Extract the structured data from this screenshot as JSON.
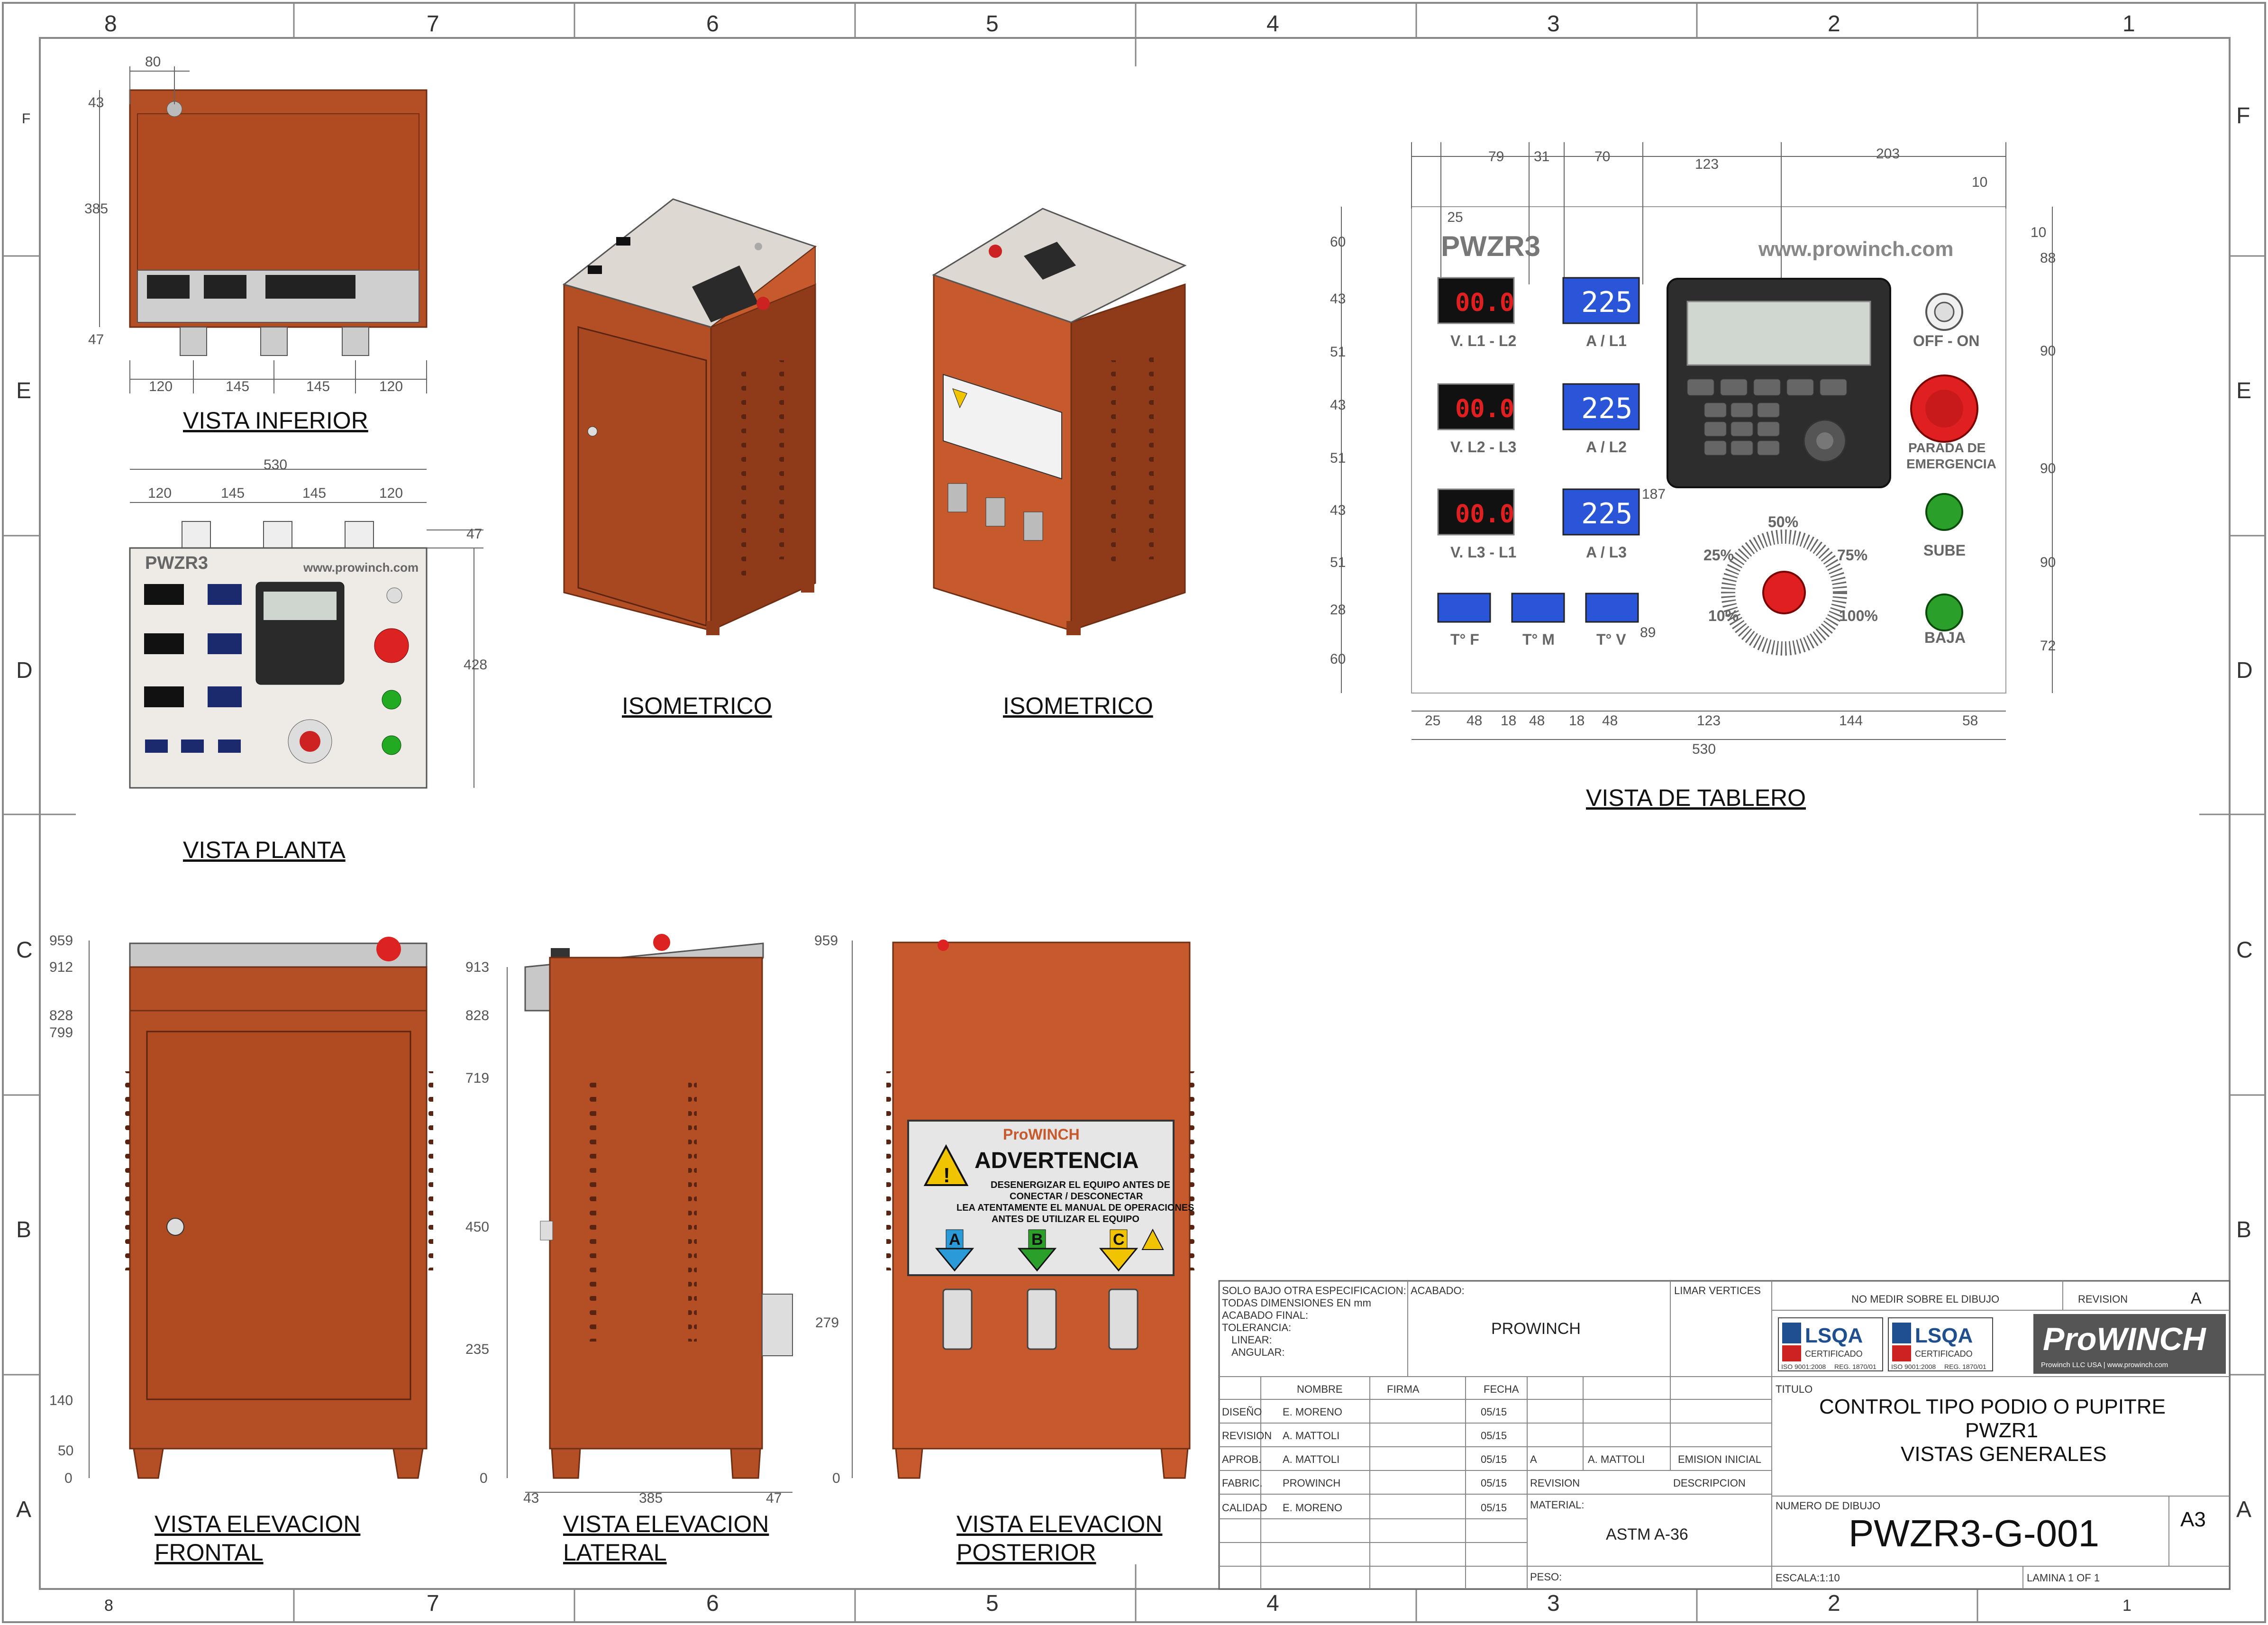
{
  "sheet": {
    "zones_top": [
      "8",
      "7",
      "6",
      "5",
      "4",
      "3",
      "2",
      "1"
    ],
    "zones_bottom": [
      "8",
      "7",
      "6",
      "5",
      "4",
      "3",
      "2",
      "1"
    ],
    "zones_side": [
      "F",
      "E",
      "D",
      "C",
      "B",
      "A"
    ]
  },
  "views": {
    "inferior": {
      "title": "VISTA INFERIOR",
      "dims": [
        "80",
        "43",
        "385",
        "47",
        "120",
        "145",
        "145",
        "120"
      ]
    },
    "planta": {
      "title": "VISTA PLANTA",
      "dims": [
        "530",
        "120",
        "145",
        "145",
        "120",
        "47",
        "428"
      ]
    },
    "iso1": {
      "title": "ISOMETRICO"
    },
    "iso2": {
      "title": "ISOMETRICO"
    },
    "tablero": {
      "title": "VISTA DE TABLERO",
      "top_dims": [
        "25",
        "79",
        "31",
        "70",
        "123",
        "203",
        "10",
        "10"
      ],
      "left_dims": [
        "60",
        "43",
        "51",
        "43",
        "51",
        "43",
        "51",
        "28",
        "60"
      ],
      "right_dims": [
        "88",
        "90",
        "90",
        "90",
        "72"
      ],
      "inner_dims": [
        "187",
        "89"
      ],
      "bottom_dims": [
        "25",
        "48",
        "18",
        "48",
        "18",
        "48",
        "123",
        "144",
        "58"
      ],
      "total": "530"
    },
    "frontal": {
      "title_1": "VISTA ELEVACION",
      "title_2": "FRONTAL",
      "dims": [
        "959",
        "912",
        "828",
        "799",
        "140",
        "50",
        "0"
      ]
    },
    "lateral": {
      "title_1": "VISTA ELEVACION",
      "title_2": "LATERAL",
      "dims": [
        "913",
        "828",
        "719",
        "450",
        "235",
        "0",
        "43",
        "385",
        "47"
      ]
    },
    "posterior": {
      "title_1": "VISTA ELEVACION",
      "title_2": "POSTERIOR",
      "dims": [
        "959",
        "279",
        "0"
      ]
    }
  },
  "panel": {
    "model": "PWZR3",
    "url": "www.prowinch.com",
    "meters": [
      {
        "volt_label": "V. L1 - L2",
        "volt_value": "00.0",
        "amp_label": "A / L1",
        "amp_value": "225"
      },
      {
        "volt_label": "V. L2 - L3",
        "volt_value": "00.0",
        "amp_label": "A / L2",
        "amp_value": "225"
      },
      {
        "volt_label": "V. L3 - L1",
        "volt_value": "00.0",
        "amp_label": "A / L3",
        "amp_value": "225"
      }
    ],
    "temps": [
      "T° F",
      "T° M",
      "T° V"
    ],
    "switch_label": "OFF - ON",
    "estop_label_1": "PARADA DE",
    "estop_label_2": "EMERGENCIA",
    "up_label": "SUBE",
    "down_label": "BAJA",
    "knob_marks": [
      "50%",
      "25%",
      "75%",
      "10%",
      "100%"
    ]
  },
  "warning": {
    "brand": "ProWINCH",
    "heading": "ADVERTENCIA",
    "lines": [
      "DESENERGIZAR EL EQUIPO ANTES DE",
      "CONECTAR / DESCONECTAR",
      "LEA ATENTAMENTE EL MANUAL DE OPERACIONES",
      "ANTES DE UTILIZAR EL EQUIPO"
    ],
    "phases": [
      "A",
      "B",
      "C"
    ]
  },
  "title_block": {
    "spec": [
      "SOLO BAJO OTRA ESPECIFICACION:",
      "TODAS DIMENSIONES EN mm",
      "ACABADO FINAL:",
      "TOLERANCIA:",
      "LINEAR:",
      "ANGULAR:"
    ],
    "acabado_label": "ACABADO:",
    "acabado_value": "PROWINCH",
    "limar": "LIMAR VERTICES",
    "no_medir": "NO MEDIR SOBRE EL DIBUJO",
    "revision_label": "REVISION",
    "revision_value": "A",
    "cert_1": "LSQA",
    "cert_sub": "CERTIFICADO",
    "cert_iso": "ISO 9001:2008",
    "cert_reg": "REG. 1870/01",
    "logo": "ProWINCH",
    "logo_sub": "Prowinch LLC USA | www.prowinch.com",
    "cols": [
      "NOMBRE",
      "FIRMA",
      "FECHA"
    ],
    "rows": [
      {
        "role": "DISEÑO",
        "name": "E. MORENO",
        "date": "05/15"
      },
      {
        "role": "REVISION",
        "name": "A. MATTOLI",
        "date": "05/15"
      },
      {
        "role": "APROB.",
        "name": "A. MATTOLI",
        "date": "05/15"
      },
      {
        "role": "FABRIC.",
        "name": "PROWINCH",
        "date": "05/15"
      },
      {
        "role": "CALIDAD",
        "name": "E. MORENO",
        "date": "05/15"
      }
    ],
    "rev_row": {
      "rev": "A",
      "by": "A. MATTOLI",
      "desc": "EMISION INICIAL"
    },
    "rev_header": "REVISION",
    "desc_header": "DESCRIPCION",
    "material_label": "MATERIAL:",
    "material_value": "ASTM A-36",
    "peso_label": "PESO:",
    "titulo_label": "TITULO",
    "titulo_lines": [
      "CONTROL TIPO PODIO O PUPITRE",
      "PWZR1",
      "VISTAS GENERALES"
    ],
    "numero_label": "NUMERO DE DIBUJO",
    "numero_value": "PWZR3-G-001",
    "size": "A3",
    "escala": "ESCALA:1:10",
    "lamina": "LAMINA 1 OF 1"
  }
}
